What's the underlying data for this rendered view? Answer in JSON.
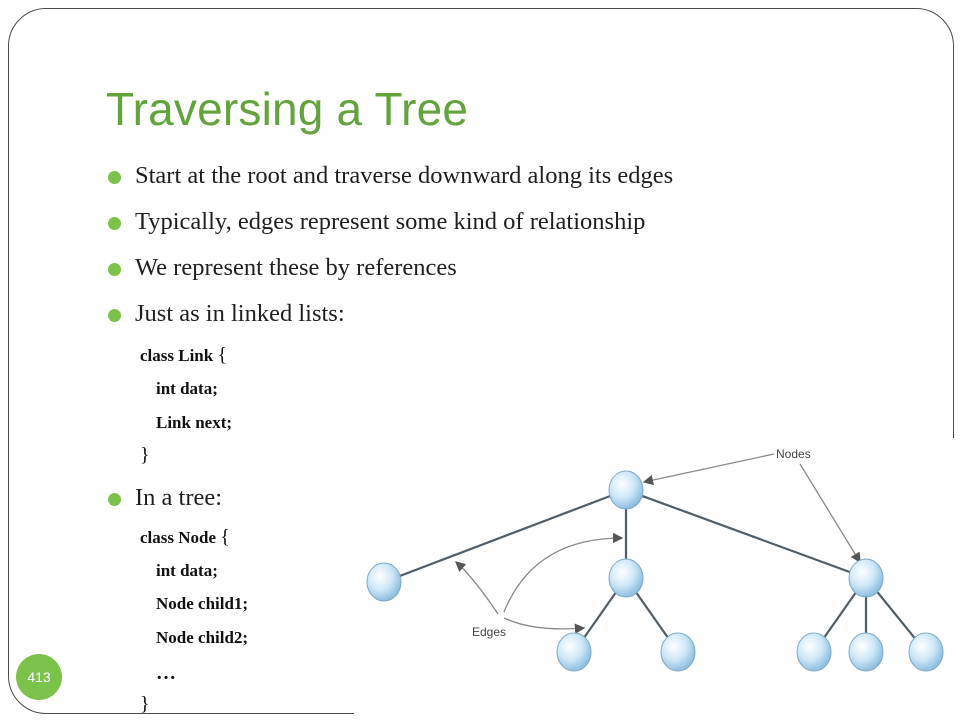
{
  "slide": {
    "title": "Traversing a Tree",
    "bullets": [
      "Start at the root and traverse downward along its edges",
      "Typically, edges represent some kind of relationship",
      "We represent these by references",
      "Just as in linked lists:",
      "In a tree:"
    ],
    "code_link": {
      "open": "class Link",
      "brace_open": "{",
      "lines": [
        "int data;",
        "Link next;"
      ],
      "brace_close": "}"
    },
    "code_node": {
      "open": "class Node",
      "brace_open": "{",
      "lines": [
        "int data;",
        "Node child1;",
        "Node child2;",
        "…"
      ],
      "brace_close": "}"
    },
    "page_number": "413"
  },
  "diagram": {
    "label_nodes": "Nodes",
    "label_edges": "Edges",
    "node_color": "#b9dcf3",
    "edge_color": "#4a5a66",
    "arrow_color": "#777777"
  },
  "colors": {
    "title": "#62a33c",
    "bullet": "#7bc24a",
    "frame": "#4a4a4a"
  }
}
